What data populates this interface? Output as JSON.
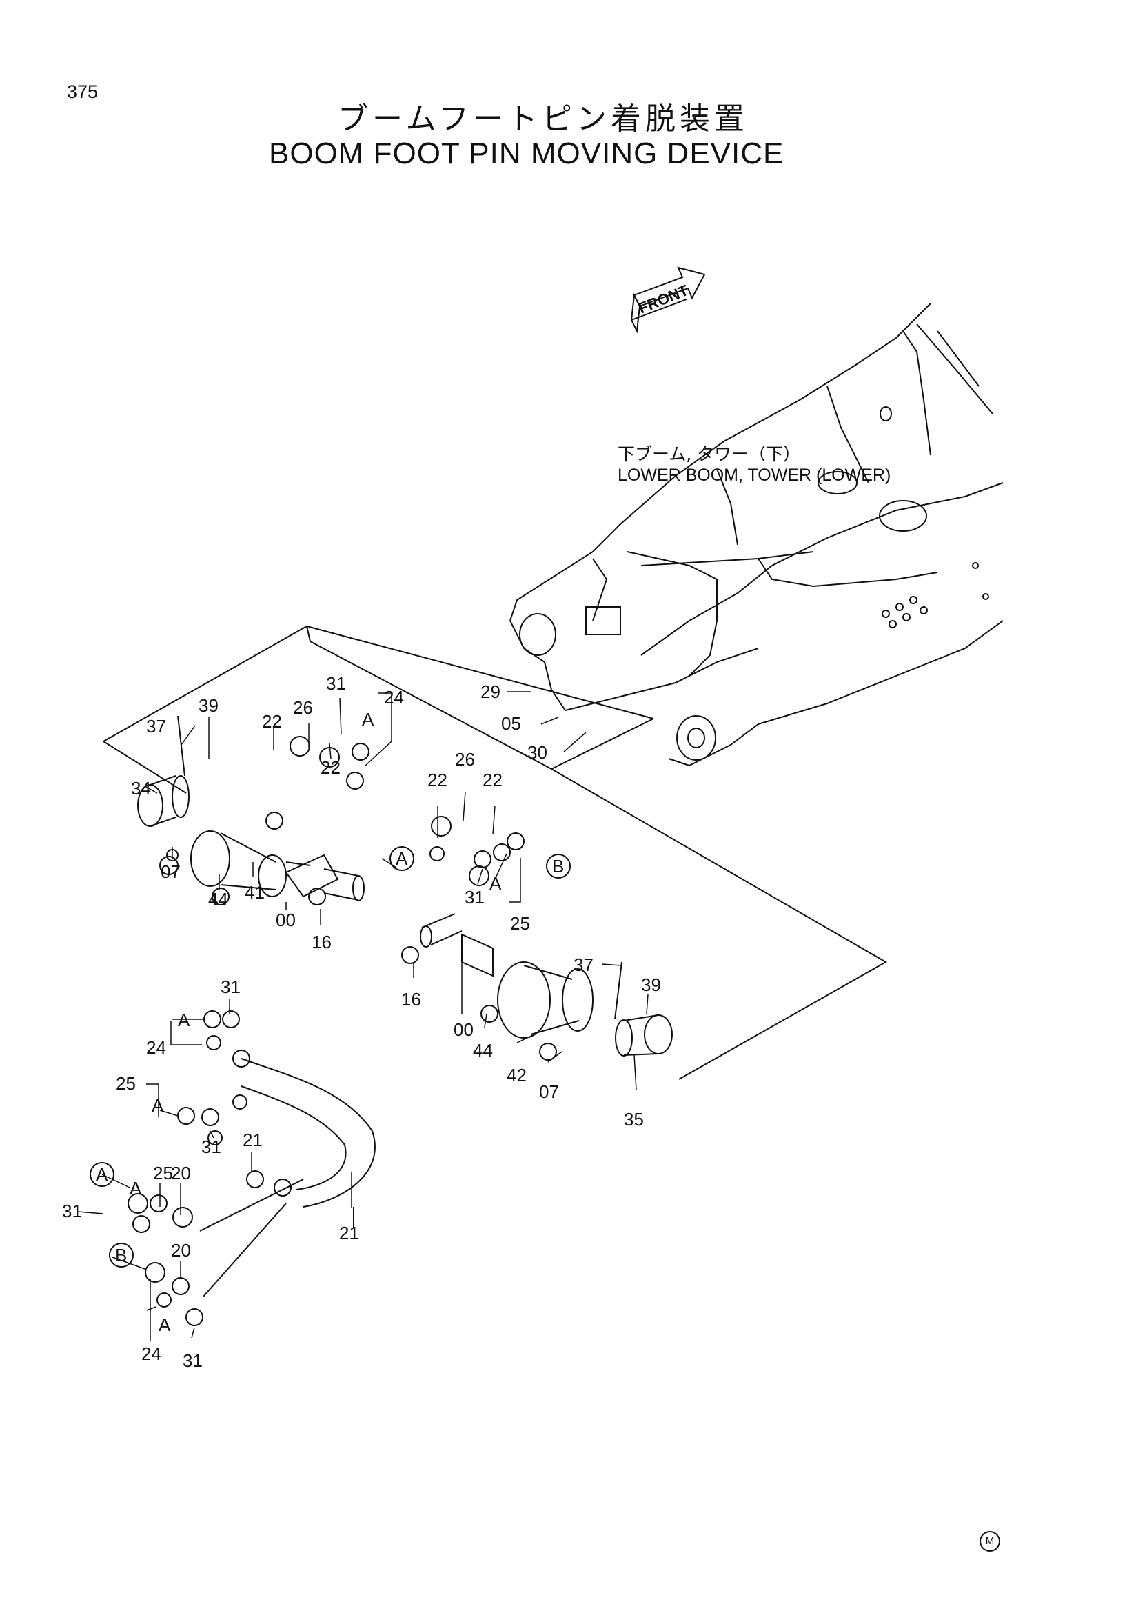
{
  "page_number": "375",
  "title_jp": "ブームフートピン着脱装置",
  "title_en": "BOOM FOOT PIN MOVING DEVICE",
  "front_label": "FRONT",
  "lower_boom_jp": "下ブーム, タワー（下）",
  "lower_boom_en": "LOWER BOOM, TOWER (LOWER)",
  "corner_mark": "M",
  "callouts": [
    "29",
    "05",
    "30",
    "31",
    "24",
    "37",
    "39",
    "22",
    "26",
    "22",
    "A",
    "34",
    "A",
    "22",
    "26",
    "22",
    "07",
    "44",
    "41",
    "00",
    "16",
    "B",
    "31",
    "A",
    "25",
    "16",
    "00",
    "44",
    "42",
    "37",
    "39",
    "07",
    "35",
    "31",
    "A",
    "24",
    "25",
    "A",
    "31",
    "A",
    "A",
    "25",
    "20",
    "21",
    "31",
    "21",
    "B",
    "20",
    "A",
    "24",
    "31"
  ]
}
